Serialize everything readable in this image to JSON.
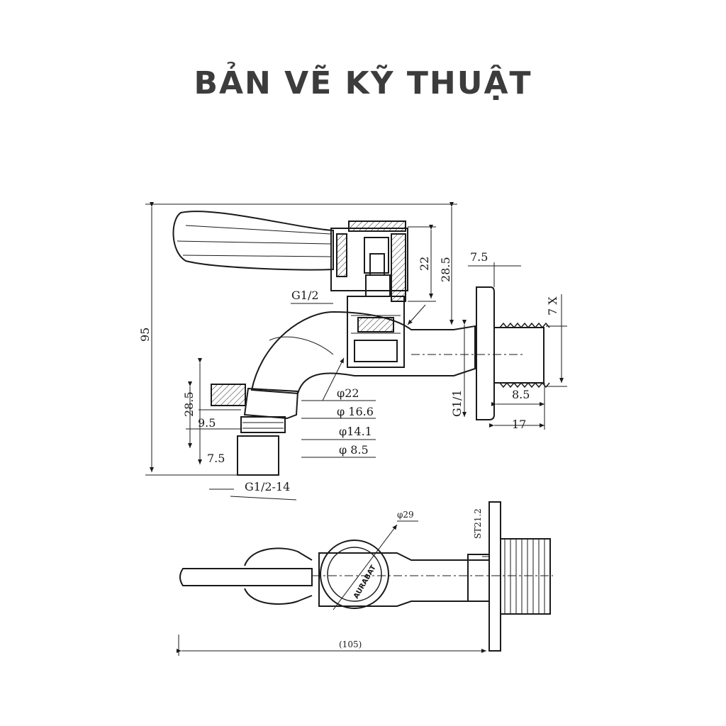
{
  "title": "BẢN VẼ KỸ THUẬT",
  "logo_text": "AURABAT",
  "side_view": {
    "dims": {
      "height_total": "95",
      "handle_height": "28.5",
      "body_height": "22",
      "wall_thread": "G1/2",
      "flange_thickness": "7.5",
      "thread_pitch": "7 X",
      "thread_len": "8.5",
      "flange_len": "17",
      "pipe_thread": "G1/2",
      "outlet_h": "28.5",
      "outlet_95": "9.5",
      "outlet_75": "7.5",
      "phi22": "φ22",
      "phi166": "φ 16.6",
      "phi141": "φ14.1",
      "phi85": "φ 8.5",
      "outlet_thread": "G1/2-14",
      "g11": "G1/1"
    }
  },
  "top_view": {
    "dims": {
      "phi29": "φ29",
      "st212": "ST21.2",
      "length": "(105)"
    }
  },
  "colors": {
    "line": "#1a1a1a",
    "title": "#3c3c3c"
  }
}
